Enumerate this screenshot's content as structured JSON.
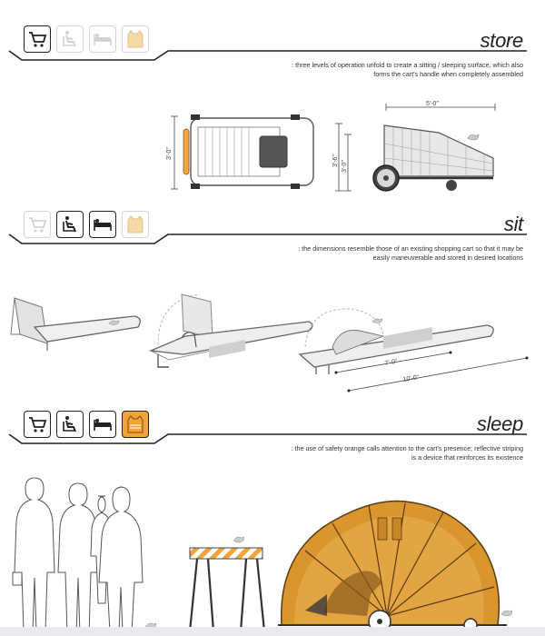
{
  "sections": [
    {
      "id": "store",
      "title": "store",
      "description": ": three levels of operation unfold to create a sitting / sleeping surface, which also forms the cart's handle when completely assembled",
      "icons": [
        {
          "name": "cart-icon",
          "state": "active"
        },
        {
          "name": "sitting-person-icon",
          "state": "inactive"
        },
        {
          "name": "bed-icon",
          "state": "inactive"
        },
        {
          "name": "safety-vest-icon",
          "state": "inactive"
        }
      ]
    },
    {
      "id": "sit",
      "title": "sit",
      "description": ": the dimensions resemble those of an existing shopping cart so that it may be easily maneuverable and stored in desired locations",
      "icons": [
        {
          "name": "cart-icon",
          "state": "inactive"
        },
        {
          "name": "sitting-person-icon",
          "state": "active"
        },
        {
          "name": "bed-icon",
          "state": "active"
        },
        {
          "name": "safety-vest-icon",
          "state": "inactive"
        }
      ]
    },
    {
      "id": "sleep",
      "title": "sleep",
      "description": ": the use of safety orange calls attention to the cart's presence; reflective striping is a device that reinforces its existence",
      "icons": [
        {
          "name": "cart-icon",
          "state": "active"
        },
        {
          "name": "sitting-person-icon",
          "state": "active"
        },
        {
          "name": "bed-icon",
          "state": "active"
        },
        {
          "name": "safety-vest-icon",
          "state": "orange"
        }
      ]
    }
  ],
  "dimensions": {
    "plan_width": "3'-0\"",
    "side_length": "5'-0\"",
    "side_height_total": "3'-6\"",
    "side_height": "3'-0\"",
    "sit_inner": "7'-0\"",
    "sit_outer": "10'-0\""
  },
  "colors": {
    "accent_orange": "#f2a33a",
    "tent_orange": "#d9952e",
    "line_dark": "#222222",
    "inactive_gray": "#d3d3d3"
  }
}
